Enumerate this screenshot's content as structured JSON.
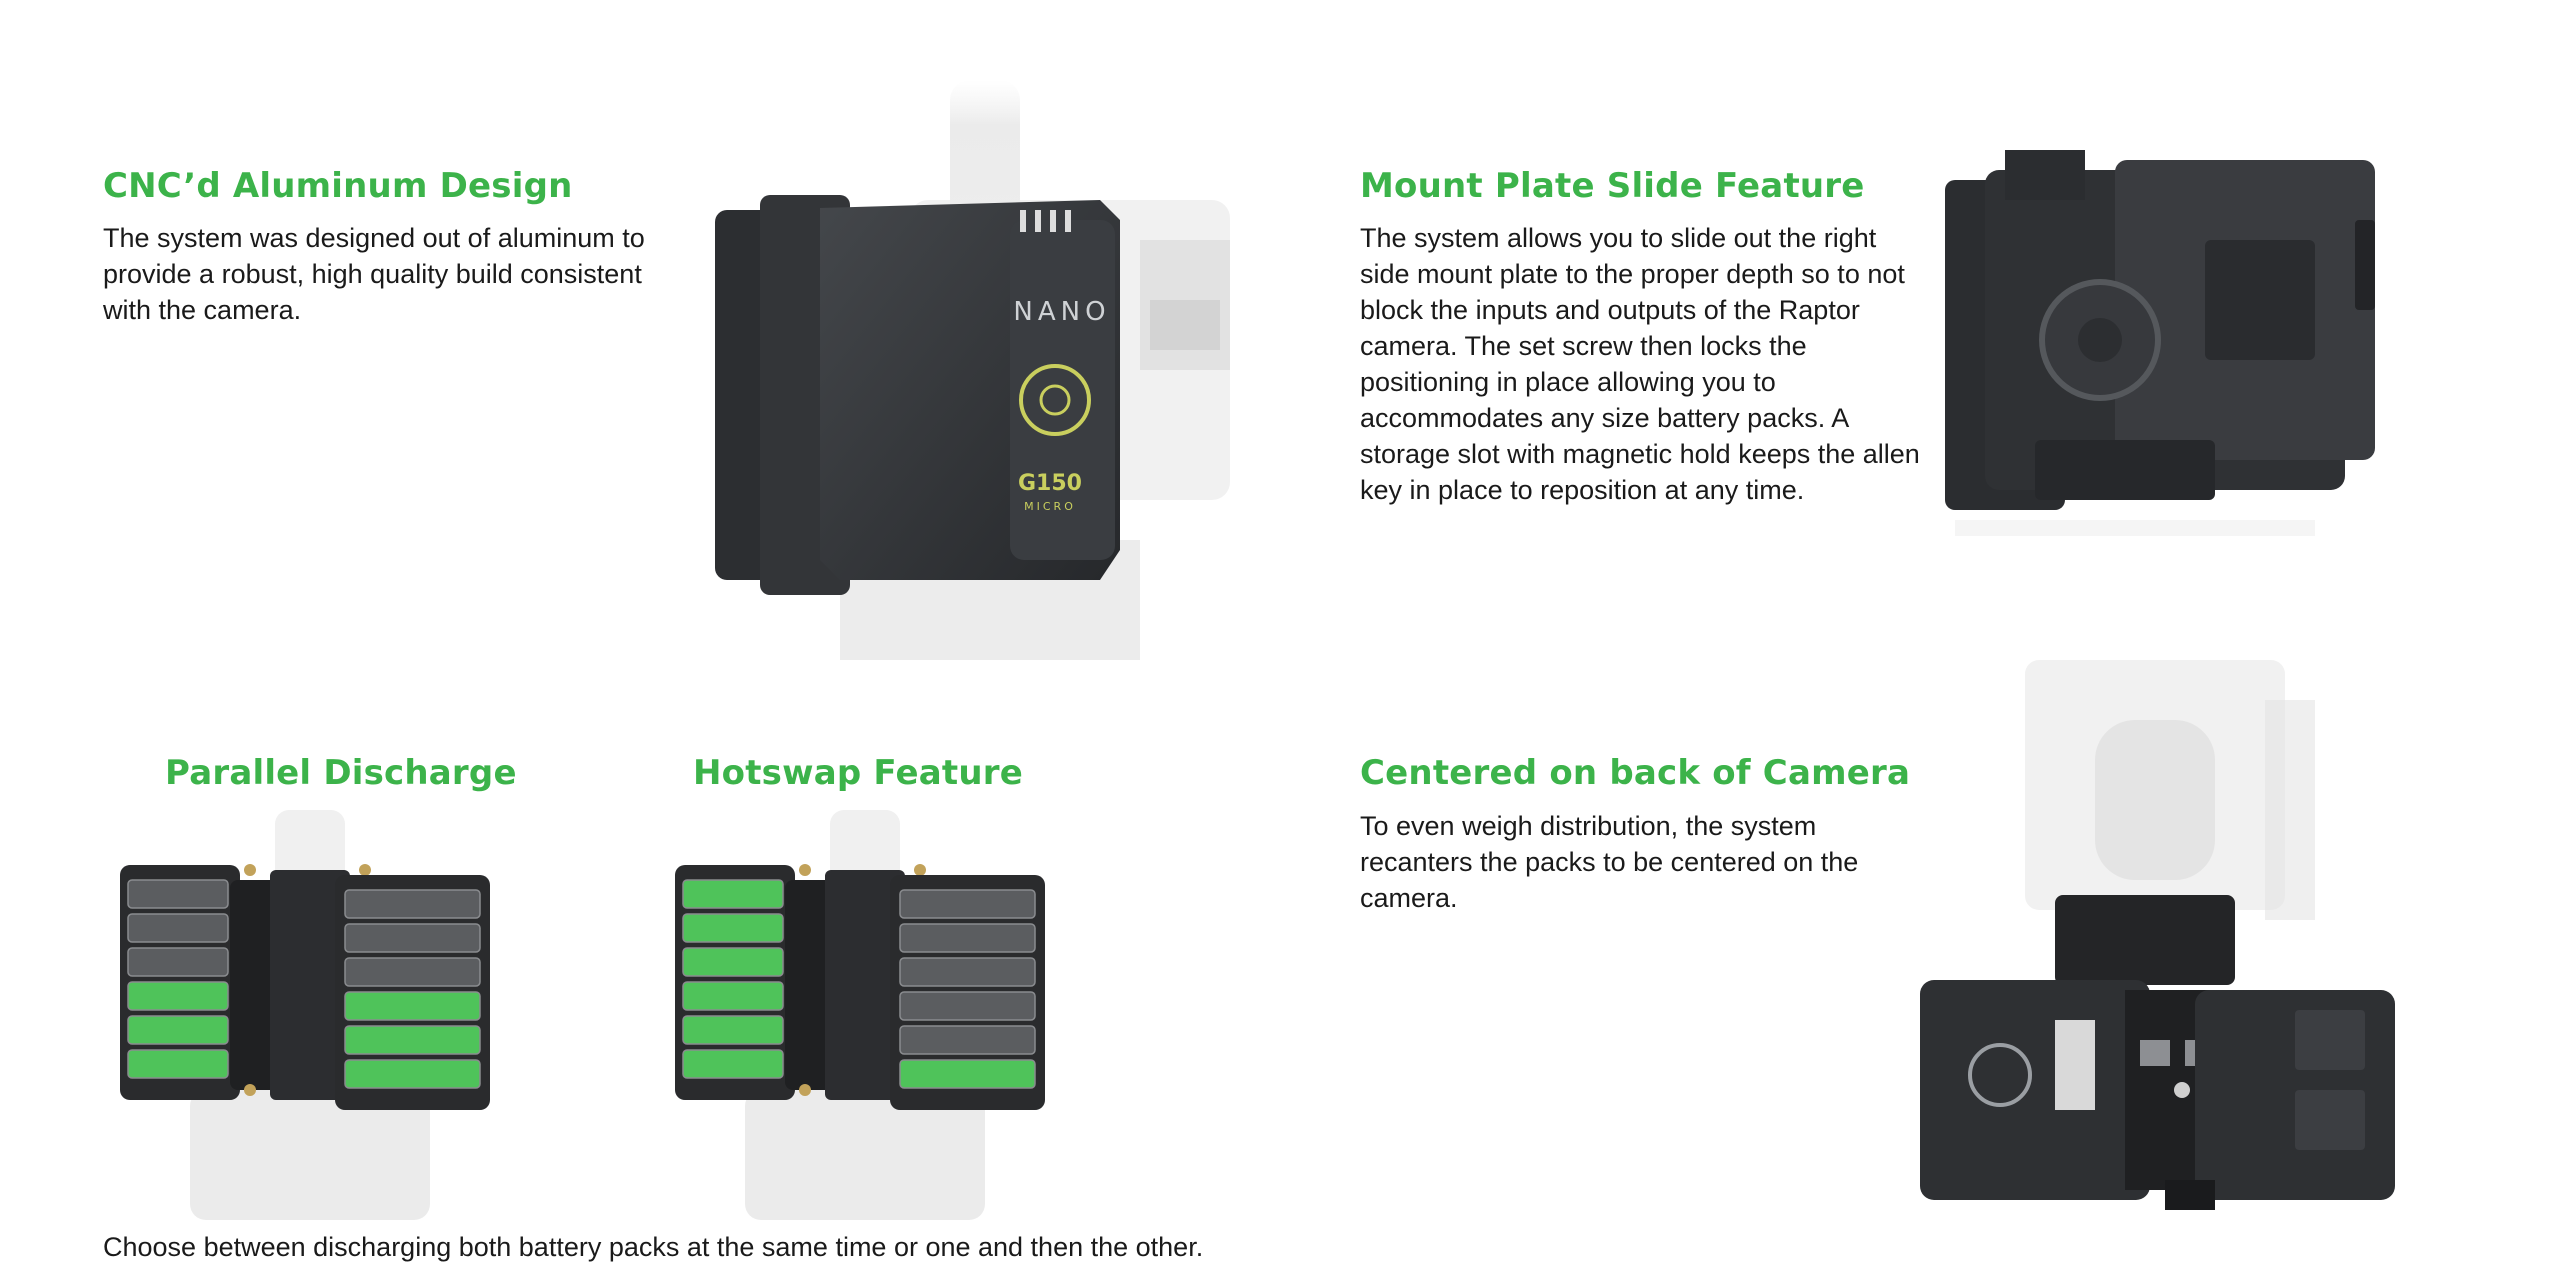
{
  "colors": {
    "accent_green": "#3cb34a",
    "text": "#1a1a1a",
    "device_black": "#2a2b2d",
    "bar_green": "#4fc35a",
    "bar_grey": "#5b5d60"
  },
  "sections": {
    "aluminum": {
      "title": "CNC’d Aluminum Design",
      "body": "The system was designed out of aluminum to provide a robust, high quality build consistent with the camera."
    },
    "slide": {
      "title": "Mount Plate Slide Feature",
      "body": "The system allows you to slide out the right side mount plate to the proper depth so to not block the inputs and outputs of the Raptor camera. The set screw then locks the positioning in place allowing you to accommodates any size battery packs.  A storage slot with magnetic hold keeps the allen key in place to reposition at any time."
    },
    "parallel": {
      "title": "Parallel Discharge"
    },
    "hotswap": {
      "title": "Hotswap Feature"
    },
    "centered": {
      "title": "Centered on back of Camera",
      "body": "To even weigh distribution, the system recanters the packs to be centered on the camera."
    },
    "footer": {
      "body": "Choose between discharging both battery packs at the same time or one and then the other."
    }
  },
  "battery_labels": {
    "brand": "NANO",
    "model": "G150",
    "model_sub": "MICRO"
  },
  "charge_levels": {
    "parallel": {
      "left_pack_bars_lit": 3,
      "right_pack_bars_lit": 3,
      "bars_total": 6
    },
    "hotswap": {
      "left_pack_bars_lit": 6,
      "right_pack_bars_lit": 1,
      "bars_total": 6
    }
  }
}
